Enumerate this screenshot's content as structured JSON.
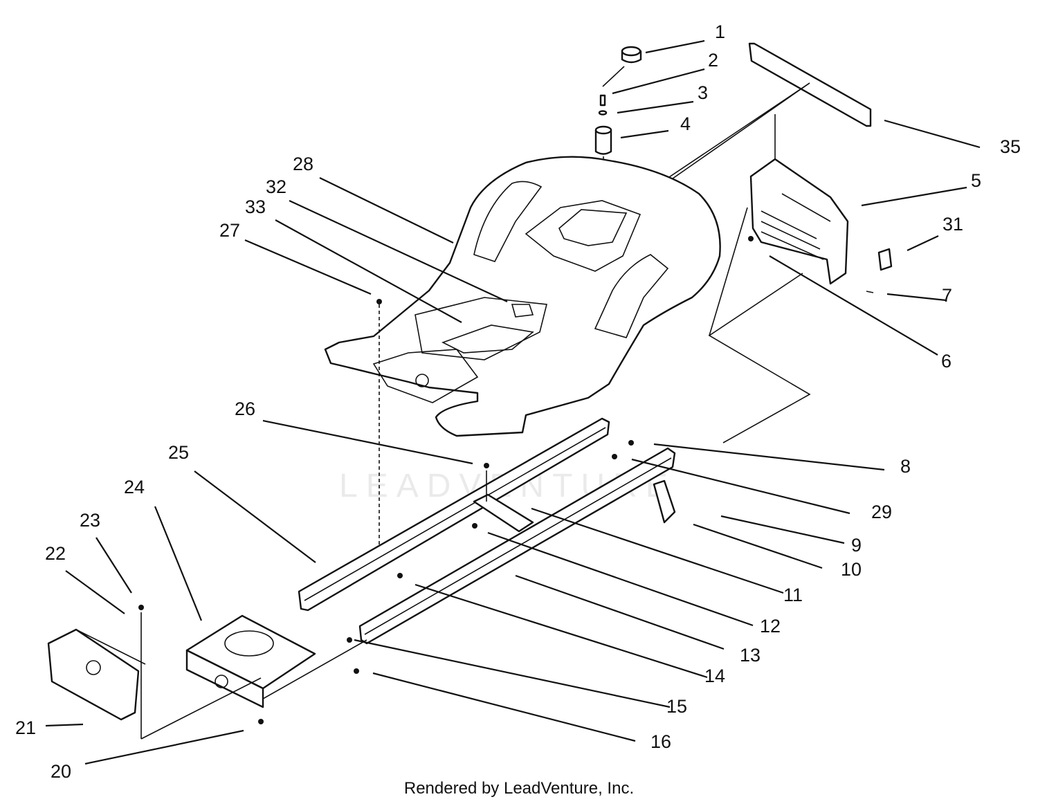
{
  "footer": "Rendered by LeadVenture, Inc.",
  "watermark": "LEADVENTURE",
  "callouts": [
    {
      "id": "1",
      "text": "1"
    },
    {
      "id": "2",
      "text": "2"
    },
    {
      "id": "3",
      "text": "3"
    },
    {
      "id": "4",
      "text": "4"
    },
    {
      "id": "5",
      "text": "5"
    },
    {
      "id": "6",
      "text": "6"
    },
    {
      "id": "7",
      "text": "7"
    },
    {
      "id": "8",
      "text": "8"
    },
    {
      "id": "9",
      "text": "9"
    },
    {
      "id": "10",
      "text": "10"
    },
    {
      "id": "11",
      "text": "11"
    },
    {
      "id": "12",
      "text": "12"
    },
    {
      "id": "13",
      "text": "13"
    },
    {
      "id": "14",
      "text": "14"
    },
    {
      "id": "15",
      "text": "15"
    },
    {
      "id": "16",
      "text": "16"
    },
    {
      "id": "20",
      "text": "20"
    },
    {
      "id": "21",
      "text": "21"
    },
    {
      "id": "22",
      "text": "22"
    },
    {
      "id": "23",
      "text": "23"
    },
    {
      "id": "24",
      "text": "24"
    },
    {
      "id": "25",
      "text": "25"
    },
    {
      "id": "26",
      "text": "26"
    },
    {
      "id": "27",
      "text": "27"
    },
    {
      "id": "28",
      "text": "28"
    },
    {
      "id": "29",
      "text": "29"
    },
    {
      "id": "31",
      "text": "31"
    },
    {
      "id": "32",
      "text": "32"
    },
    {
      "id": "33",
      "text": "33"
    },
    {
      "id": "35",
      "text": "35"
    }
  ]
}
